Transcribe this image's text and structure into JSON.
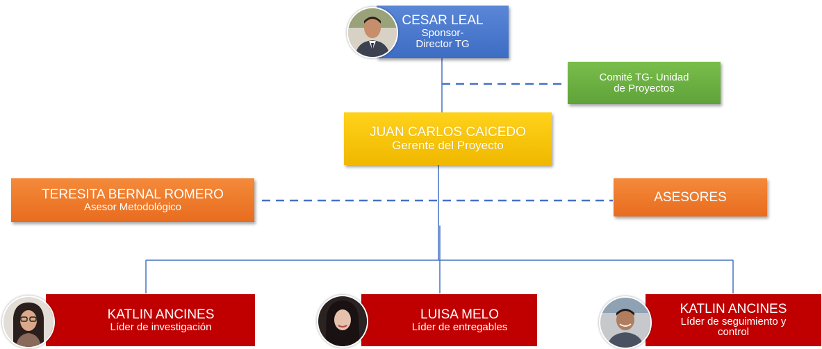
{
  "nodes": {
    "sponsor": {
      "name": "CESAR LEAL",
      "role_line1": "Sponsor-",
      "role_line2": "Director TG"
    },
    "committee": {
      "line1": "Comité TG- Unidad",
      "line2": "de Proyectos"
    },
    "manager": {
      "name": "JUAN CARLOS CAICEDO",
      "role": "Gerente del Proyecto"
    },
    "method_advisor": {
      "name": "TERESITA BERNAL ROMERO",
      "role": "Asesor Metodológico"
    },
    "advisors": {
      "name": "ASESORES"
    },
    "lead_research": {
      "name": "KATLIN ANCINES",
      "role": "Líder de investigación"
    },
    "lead_deliverables": {
      "name": "LUISA MELO",
      "role": "Líder de entregables"
    },
    "lead_control": {
      "name": "KATLIN ANCINES",
      "role_line1": "Líder de seguimiento y",
      "role_line2": "control"
    }
  },
  "colors": {
    "blue": "#4472c4",
    "green": "#70ad47",
    "gold": "#ffc000",
    "orange": "#ed7d31",
    "red": "#c00000",
    "connector": "#4472c4"
  },
  "icons": [
    "person-photo-sponsor",
    "person-photo-research",
    "person-photo-deliverables",
    "person-photo-control"
  ]
}
